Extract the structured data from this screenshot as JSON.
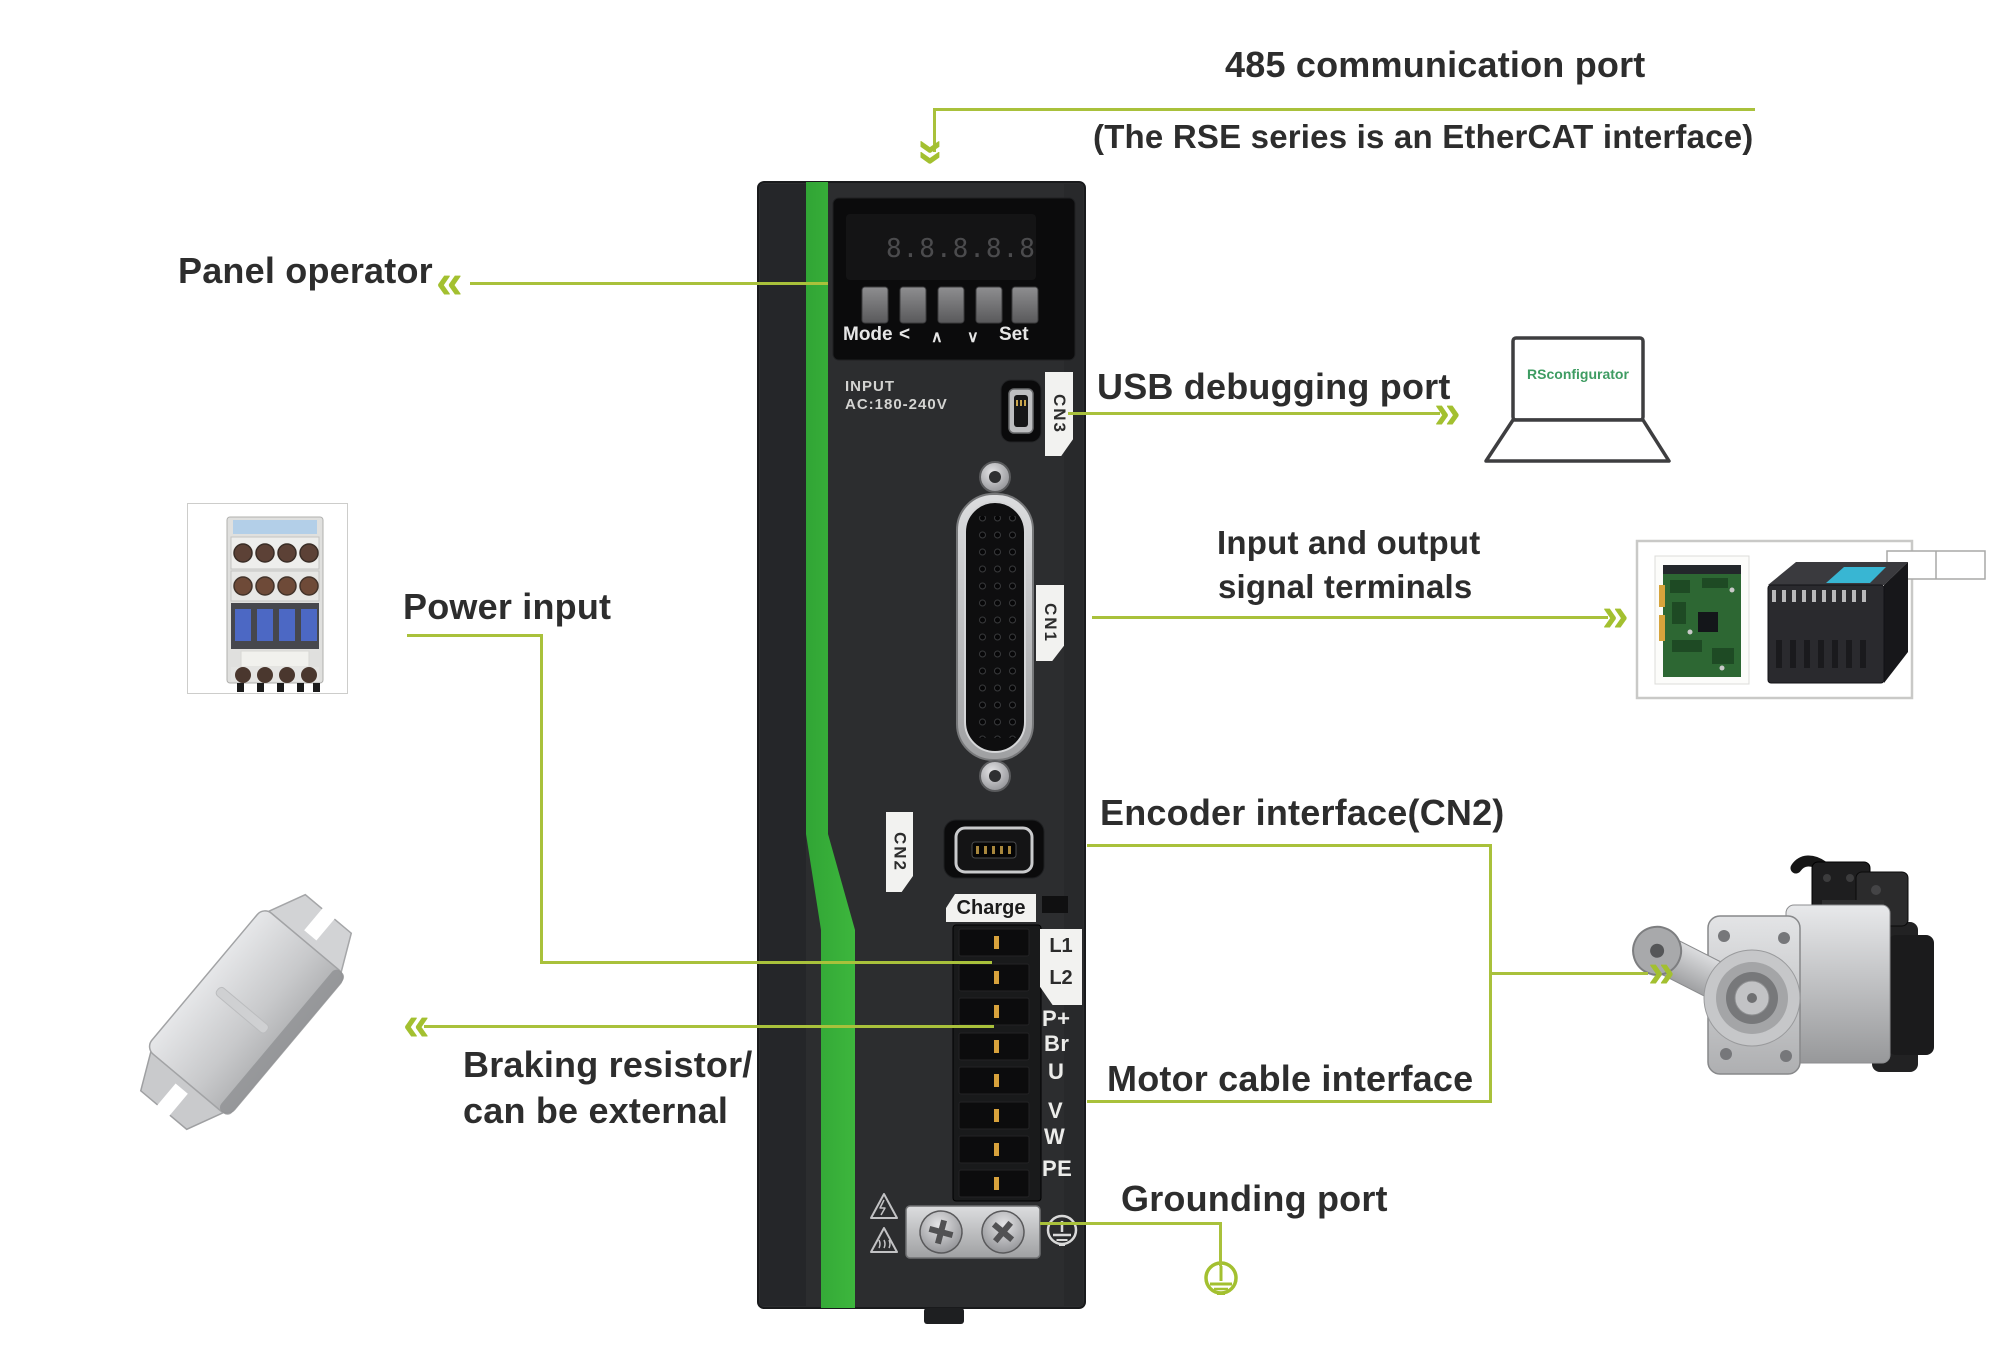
{
  "callouts": {
    "comm_port": {
      "label": "485 communication port",
      "sub": "(The RSE series is an EtherCAT interface)"
    },
    "panel_operator": {
      "label": "Panel operator"
    },
    "usb": {
      "label": "USB debugging port"
    },
    "io": {
      "line1": "Input and output",
      "line2": "signal terminals"
    },
    "encoder": {
      "label": "Encoder interface(CN2)"
    },
    "motor": {
      "label": "Motor cable interface"
    },
    "power": {
      "label": "Power input"
    },
    "braking": {
      "line1": "Braking resistor/",
      "line2": "can be external"
    },
    "grounding": {
      "label": "Grounding port"
    }
  },
  "device": {
    "display_value": "8.8.8.8.8",
    "panel_buttons": [
      "Mode",
      "<",
      "∧",
      "∨",
      "Set"
    ],
    "input_line1": "INPUT",
    "input_line2": "AC:180-240V",
    "tags": {
      "cn1": "CN1",
      "cn2": "CN2",
      "cn3": "CN3",
      "charge": "Charge"
    },
    "terminal_tab": [
      "L1",
      "L2"
    ],
    "terminal_labels": [
      "P+",
      "Br",
      "U",
      "V",
      "W",
      "PE"
    ]
  },
  "peripherals": {
    "laptop_screen_text": "RSconfigurator"
  },
  "colors": {
    "callout_line": "#a9c13b",
    "chevron": "#a3c030",
    "stripe_green": "#35a838",
    "device_body": "#2c2d2f",
    "label_text": "#2d2d2d",
    "laptop_text": "#3e9c62",
    "module_teal": "#38b6d3"
  }
}
